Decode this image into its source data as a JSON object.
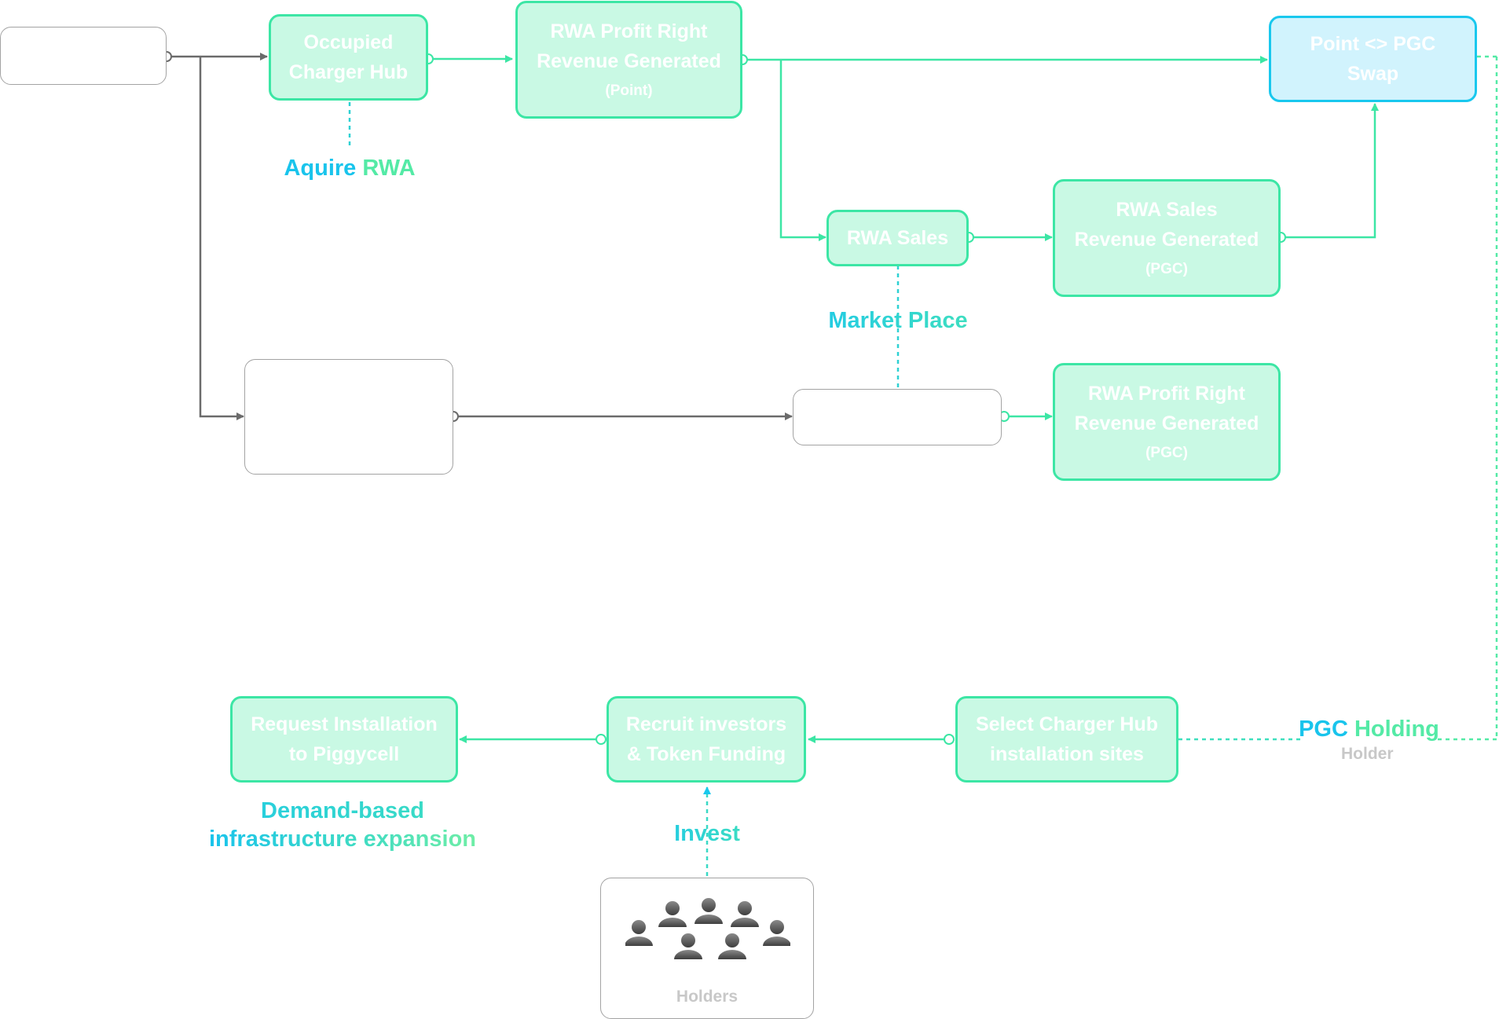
{
  "nodes": {
    "occupied_hub": {
      "line1": "Occupied",
      "line2": "Charger Hub"
    },
    "rwa_profit_point": {
      "line1": "RWA Profit Right",
      "line2": "Revenue Generated",
      "sub": "(Point)"
    },
    "swap": {
      "line1": "Point <> PGC",
      "line2": "Swap"
    },
    "rwa_sales": {
      "label": "RWA Sales"
    },
    "rwa_sales_revenue": {
      "line1": "RWA Sales",
      "line2": "Revenue Generated",
      "sub": "(PGC)"
    },
    "rwa_profit_pgc": {
      "line1": "RWA Profit Right",
      "line2": "Revenue Generated",
      "sub": "(PGC)"
    },
    "request_install": {
      "line1": "Request Installation",
      "line2": "to Piggycell"
    },
    "recruit": {
      "line1": "Recruit investors",
      "line2": "& Token Funding"
    },
    "select_sites": {
      "line1": "Select Charger Hub",
      "line2": "installation sites"
    },
    "holders": {
      "label": "Holders"
    }
  },
  "labels": {
    "aquire_part1": "Aquire",
    "aquire_part2": "RWA",
    "market_place": "Market Place",
    "demand_line1": "Demand-based",
    "demand_line2": "infrastructure expansion",
    "invest": "Invest",
    "pgc_part1": "PGC",
    "pgc_part2": "Holding",
    "holder": "Holder"
  },
  "colors": {
    "green_accent": "#3ce6a5",
    "green_fill": "#c9f9e4",
    "blue_accent": "#19c8ee",
    "blue_fill": "#d1f3fd",
    "grey_line": "#6b6b6b",
    "label_blue": "#19c4ec",
    "label_green": "#54eaa6"
  },
  "icons": {
    "holders": "group-of-people-icon"
  }
}
